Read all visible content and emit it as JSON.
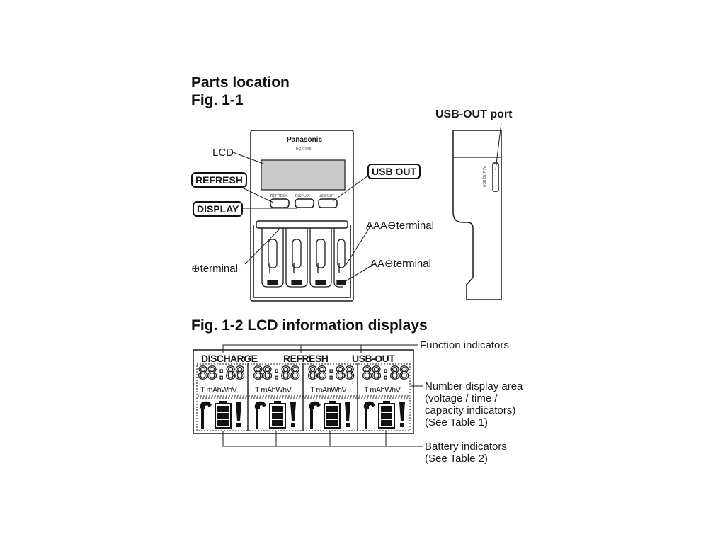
{
  "headings": {
    "parts_location": "Parts location",
    "fig_1_1": "Fig. 1-1",
    "fig_1_2": "Fig. 1-2 LCD information displays"
  },
  "charger": {
    "brand": "Panasonic",
    "model": "BQ-CC65",
    "button_refresh": "REFRESH",
    "button_display": "DISPLAY",
    "button_usb_out": "USB OUT",
    "side_port_text": "USB OUT 5V"
  },
  "callouts": {
    "lcd": "LCD",
    "refresh": "REFRESH",
    "display": "DISPLAY",
    "usb_out": "USB OUT",
    "usb_out_port": "USB-OUT port",
    "aaa_terminal": "AAA⊖terminal",
    "aa_terminal": "AA⊖terminal",
    "plus_terminal": "⊕terminal"
  },
  "lcd_panel": {
    "functions": [
      "DISCHARGE",
      "REFRESH",
      "USB-OUT"
    ],
    "digits": "88:88",
    "units": "T mAhWhV",
    "slots": 4
  },
  "annotations": {
    "function_indicators": "Function indicators",
    "number_display_area": [
      "Number display area",
      "(voltage / time /",
      "capacity indicators)",
      "(See Table 1)"
    ],
    "battery_indicators": [
      "Battery indicators",
      "(See Table 2)"
    ]
  },
  "colors": {
    "line": "#1a1a1a",
    "fill_dark": "#111111",
    "lcd_screen": "#c9c9c9",
    "bay": "#e6e6e6"
  }
}
